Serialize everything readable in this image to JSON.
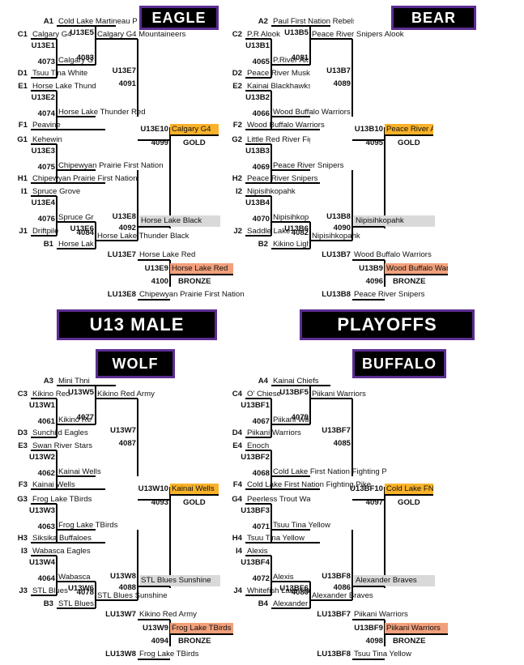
{
  "colors": {
    "gold": "#f9b229",
    "silver": "#d9d9d9",
    "bronze": "#f2a07b",
    "banner_border": "#5c2d91"
  },
  "titles": {
    "left": "U13 MALE",
    "right": "PLAYOFFS"
  },
  "brackets": {
    "eagle": {
      "name": "EAGLE",
      "teams": {
        "a1": "Cold Lake Martineau P",
        "c1": "Calgary G4",
        "d1": "Tsuu Tina White",
        "e1": "Horse Lake Thunder Red",
        "f1": "Peavine",
        "g1": "Kehewin",
        "h1": "Chipewyan Prairie First Nation",
        "i1": "Spruce Grove",
        "j1": "Driftpile",
        "b1": "Horse Lak"
      },
      "seeds": {
        "a": "A1",
        "b": "B1",
        "c": "C1",
        "d": "D1",
        "e": "E1",
        "f": "F1",
        "g": "G1",
        "h": "H1",
        "i": "I1",
        "j": "J1"
      },
      "games": {
        "g1": {
          "code": "U13E1",
          "num": "4073",
          "winner": "Calgary G"
        },
        "g2": {
          "code": "U13E2",
          "num": "4074",
          "winner": "Horse Lake Thunder Red"
        },
        "g3": {
          "code": "U13E3",
          "num": "4075",
          "winner": "Chipewyan Prairie First Nation"
        },
        "g4": {
          "code": "U13E4",
          "num": "4076",
          "winner": "Spruce Gr"
        },
        "g5": {
          "code": "U13E5",
          "num": "4083",
          "winner": "Calgary G4 Mountaineers"
        },
        "g6": {
          "code": "U13E6",
          "num": "4084",
          "winner": "Horse Lake Thunder Black"
        },
        "g7": {
          "code": "U13E7",
          "num": "4091",
          "winner": "Calgary G4"
        },
        "g8": {
          "code": "U13E8",
          "num": "4092",
          "winner": "Horse Lake Black"
        },
        "g10": {
          "code": "U13E10",
          "num": "4099",
          "winner": "Calgary G4",
          "medal": "GOLD"
        },
        "l7": {
          "code": "LU13E7",
          "team": "Horse Lake Red"
        },
        "g9": {
          "code": "U13E9",
          "num": "4100",
          "winner": "Horse Lake Red",
          "medal": "BRONZE"
        },
        "l8": {
          "code": "LU13E8",
          "team": "Chipewyan Prairie First Nation"
        }
      }
    },
    "bear": {
      "name": "BEAR",
      "teams": {
        "a2": "Paul First Nation Rebels",
        "c2": "P.R Alook",
        "d2": "Peace River Muskwa",
        "e2": "Kainai Blackhawks",
        "f2": "Wood Buffalo Warriors",
        "g2": "Little Red River Fighting Saints",
        "h2": "Peace River Snipers",
        "i2": "Nipisihkopahk",
        "j2": "Saddle Lake",
        "b2": "Kikino Lightnii"
      },
      "seeds": {
        "a": "A2",
        "b": "B2",
        "c": "C2",
        "d": "D2",
        "e": "E2",
        "f": "F2",
        "g": "G2",
        "h": "H2",
        "i": "I2",
        "j": "J2"
      },
      "games": {
        "g1": {
          "code": "U13B1",
          "num": "4065",
          "winner": "P.River Alook"
        },
        "g2": {
          "code": "U13B2",
          "num": "4066",
          "winner": "Wood Buffalo Warriors"
        },
        "g3": {
          "code": "U13B3",
          "num": "4069",
          "winner": "Peace River Snipers"
        },
        "g4": {
          "code": "U13B4",
          "num": "4070",
          "winner": "Nipisihkopahk"
        },
        "g5": {
          "code": "U13B5",
          "num": "4081",
          "winner": "Peace River Snipers Alook"
        },
        "g6": {
          "code": "U13B6",
          "num": "4082",
          "winner": "Nipisihkopahk"
        },
        "g7": {
          "code": "U13B7",
          "num": "4089",
          "winner": "Peace River Snipers Alook"
        },
        "g8": {
          "code": "U13B8",
          "num": "4090",
          "winner": "Nipisihkopahk"
        },
        "g10": {
          "code": "U13B10",
          "num": "4095",
          "winner": "Peace River Alook",
          "medal": "GOLD"
        },
        "l7": {
          "code": "LU13B7",
          "team": "Wood Buffalo Warriors"
        },
        "g9": {
          "code": "U13B9",
          "num": "4096",
          "winner": "Wood Buffalo Warrior",
          "medal": "BRONZE"
        },
        "l8": {
          "code": "LU13B8",
          "team": "Peace River Snipers"
        }
      }
    },
    "wolf": {
      "name": "WOLF",
      "teams": {
        "a3": "Mini Thni",
        "c3": "Kikino Red",
        "d3": "Sunchild Eagles",
        "e3": "Swan River Stars",
        "f3": "Kainai Wells",
        "g3": "Frog Lake TBirds",
        "h3": "Siksika Buffaloes",
        "i3": "Wabasca Eagles",
        "j3": "STL Blues",
        "b3": "STL Blues"
      },
      "seeds": {
        "a": "A3",
        "b": "B3",
        "c": "C3",
        "d": "D3",
        "e": "E3",
        "f": "F3",
        "g": "G3",
        "h": "H3",
        "i": "I3",
        "j": "J3"
      },
      "games": {
        "g1": {
          "code": "U13W1",
          "num": "4061",
          "winner": "Kikino Re"
        },
        "g2": {
          "code": "U13W2",
          "num": "4062",
          "winner": "Kainai Wells"
        },
        "g3": {
          "code": "U13W3",
          "num": "4063",
          "winner": "Frog Lake TBirds"
        },
        "g4": {
          "code": "U13W4",
          "num": "4064",
          "winner": "Wabasca"
        },
        "g5": {
          "code": "U13W5",
          "num": "4077",
          "winner": "Kikino Red Army"
        },
        "g6": {
          "code": "U13W6",
          "num": "4078",
          "winner": "STL Blues Sunshine"
        },
        "g7": {
          "code": "U13W7",
          "num": "4087",
          "winner": "Kainai Wells"
        },
        "g8": {
          "code": "U13W8",
          "num": "4088",
          "winner": "STL Blues Sunshine"
        },
        "g10": {
          "code": "U13W10",
          "num": "4093",
          "winner": "Kainai Wells",
          "medal": "GOLD"
        },
        "l7": {
          "code": "LU13W7",
          "team": "Kikino Red Army"
        },
        "g9": {
          "code": "U13W9",
          "num": "4094",
          "winner": "Frog Lake TBirds",
          "medal": "BRONZE"
        },
        "l8": {
          "code": "LU13W8",
          "team": "Frog Lake TBirds"
        }
      }
    },
    "buffalo": {
      "name": "BUFFALO",
      "teams": {
        "a4": "Kainai Chiefs",
        "c4": "O' Chiese",
        "d4": "Piikani Warriors",
        "e4": "Enoch",
        "f4": "Cold Lake First Nation Fighting Pike",
        "g4": "Peerless Trout Warriors",
        "h4": "Tsuu Tina Yellow",
        "i4": "Alexis",
        "j4": "Whitefish Lake Ha",
        "b4": "Alexander Bra"
      },
      "seeds": {
        "a": "A4",
        "b": "B4",
        "c": "C4",
        "d": "D4",
        "e": "E4",
        "f": "F4",
        "g": "G4",
        "h": "H4",
        "i": "I4",
        "j": "J4"
      },
      "games": {
        "g1": {
          "code": "U13BF1",
          "num": "4067",
          "winner": "Piikani Warrio"
        },
        "g2": {
          "code": "U13BF2",
          "num": "4068",
          "winner": "Cold Lake First Nation Fighting Pike"
        },
        "g3": {
          "code": "U13BF3",
          "num": "4071",
          "winner": "Tsuu Tina Yellow"
        },
        "g4": {
          "code": "U13BF4",
          "num": "4072",
          "winner": "Alexis"
        },
        "g5": {
          "code": "U13BF5",
          "num": "4079",
          "winner": "Piikani Warriors"
        },
        "g6": {
          "code": "U13BF6",
          "num": "4080",
          "winner": "Alexander Braves"
        },
        "g7": {
          "code": "U13BF7",
          "num": "4085",
          "winner": "Cold Lake FN Fighting Pike"
        },
        "g8": {
          "code": "U13BF8",
          "num": "4086",
          "winner": "Alexander Braves"
        },
        "g10": {
          "code": "U13BF10",
          "num": "4097",
          "winner": "Cold Lake FN F.P",
          "medal": "GOLD"
        },
        "l7": {
          "code": "LU13BF7",
          "team": "Piikani Warriors"
        },
        "g9": {
          "code": "U13BF9",
          "num": "4098",
          "winner": "Piikani Warriors",
          "medal": "BRONZE"
        },
        "l8": {
          "code": "LU13BF8",
          "team": "Tsuu Tina Yellow"
        }
      }
    }
  }
}
